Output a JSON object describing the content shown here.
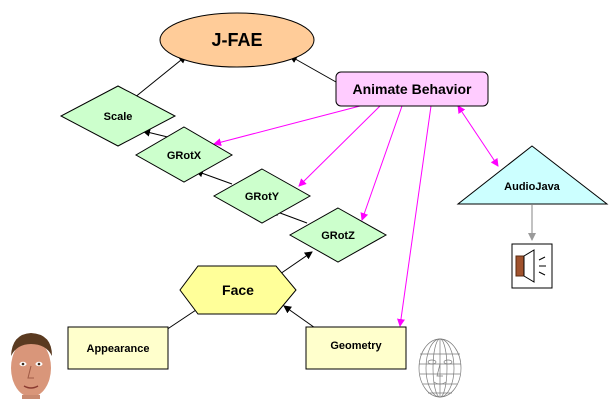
{
  "nodes": {
    "jfae": "J-FAE",
    "animate_behavior": "Animate Behavior",
    "scale": "Scale",
    "grotx": "GRotX",
    "groty": "GRotY",
    "grotz": "GRotZ",
    "face": "Face",
    "appearance": "Appearance",
    "geometry": "Geometry",
    "audiojava": "AudioJava"
  },
  "icons": {
    "speaker": "speaker-icon",
    "textured_face": "face-portrait-icon",
    "wireframe_face": "wireframe-face-icon"
  },
  "colors": {
    "jfae_fill": "#ffcc99",
    "diamond_fill": "#ccffcc",
    "animate_fill": "#ffccff",
    "face_fill": "#ffff99",
    "box_fill": "#ffffcc",
    "audio_fill": "#ccffff",
    "pink_edge": "#ff00ff"
  }
}
